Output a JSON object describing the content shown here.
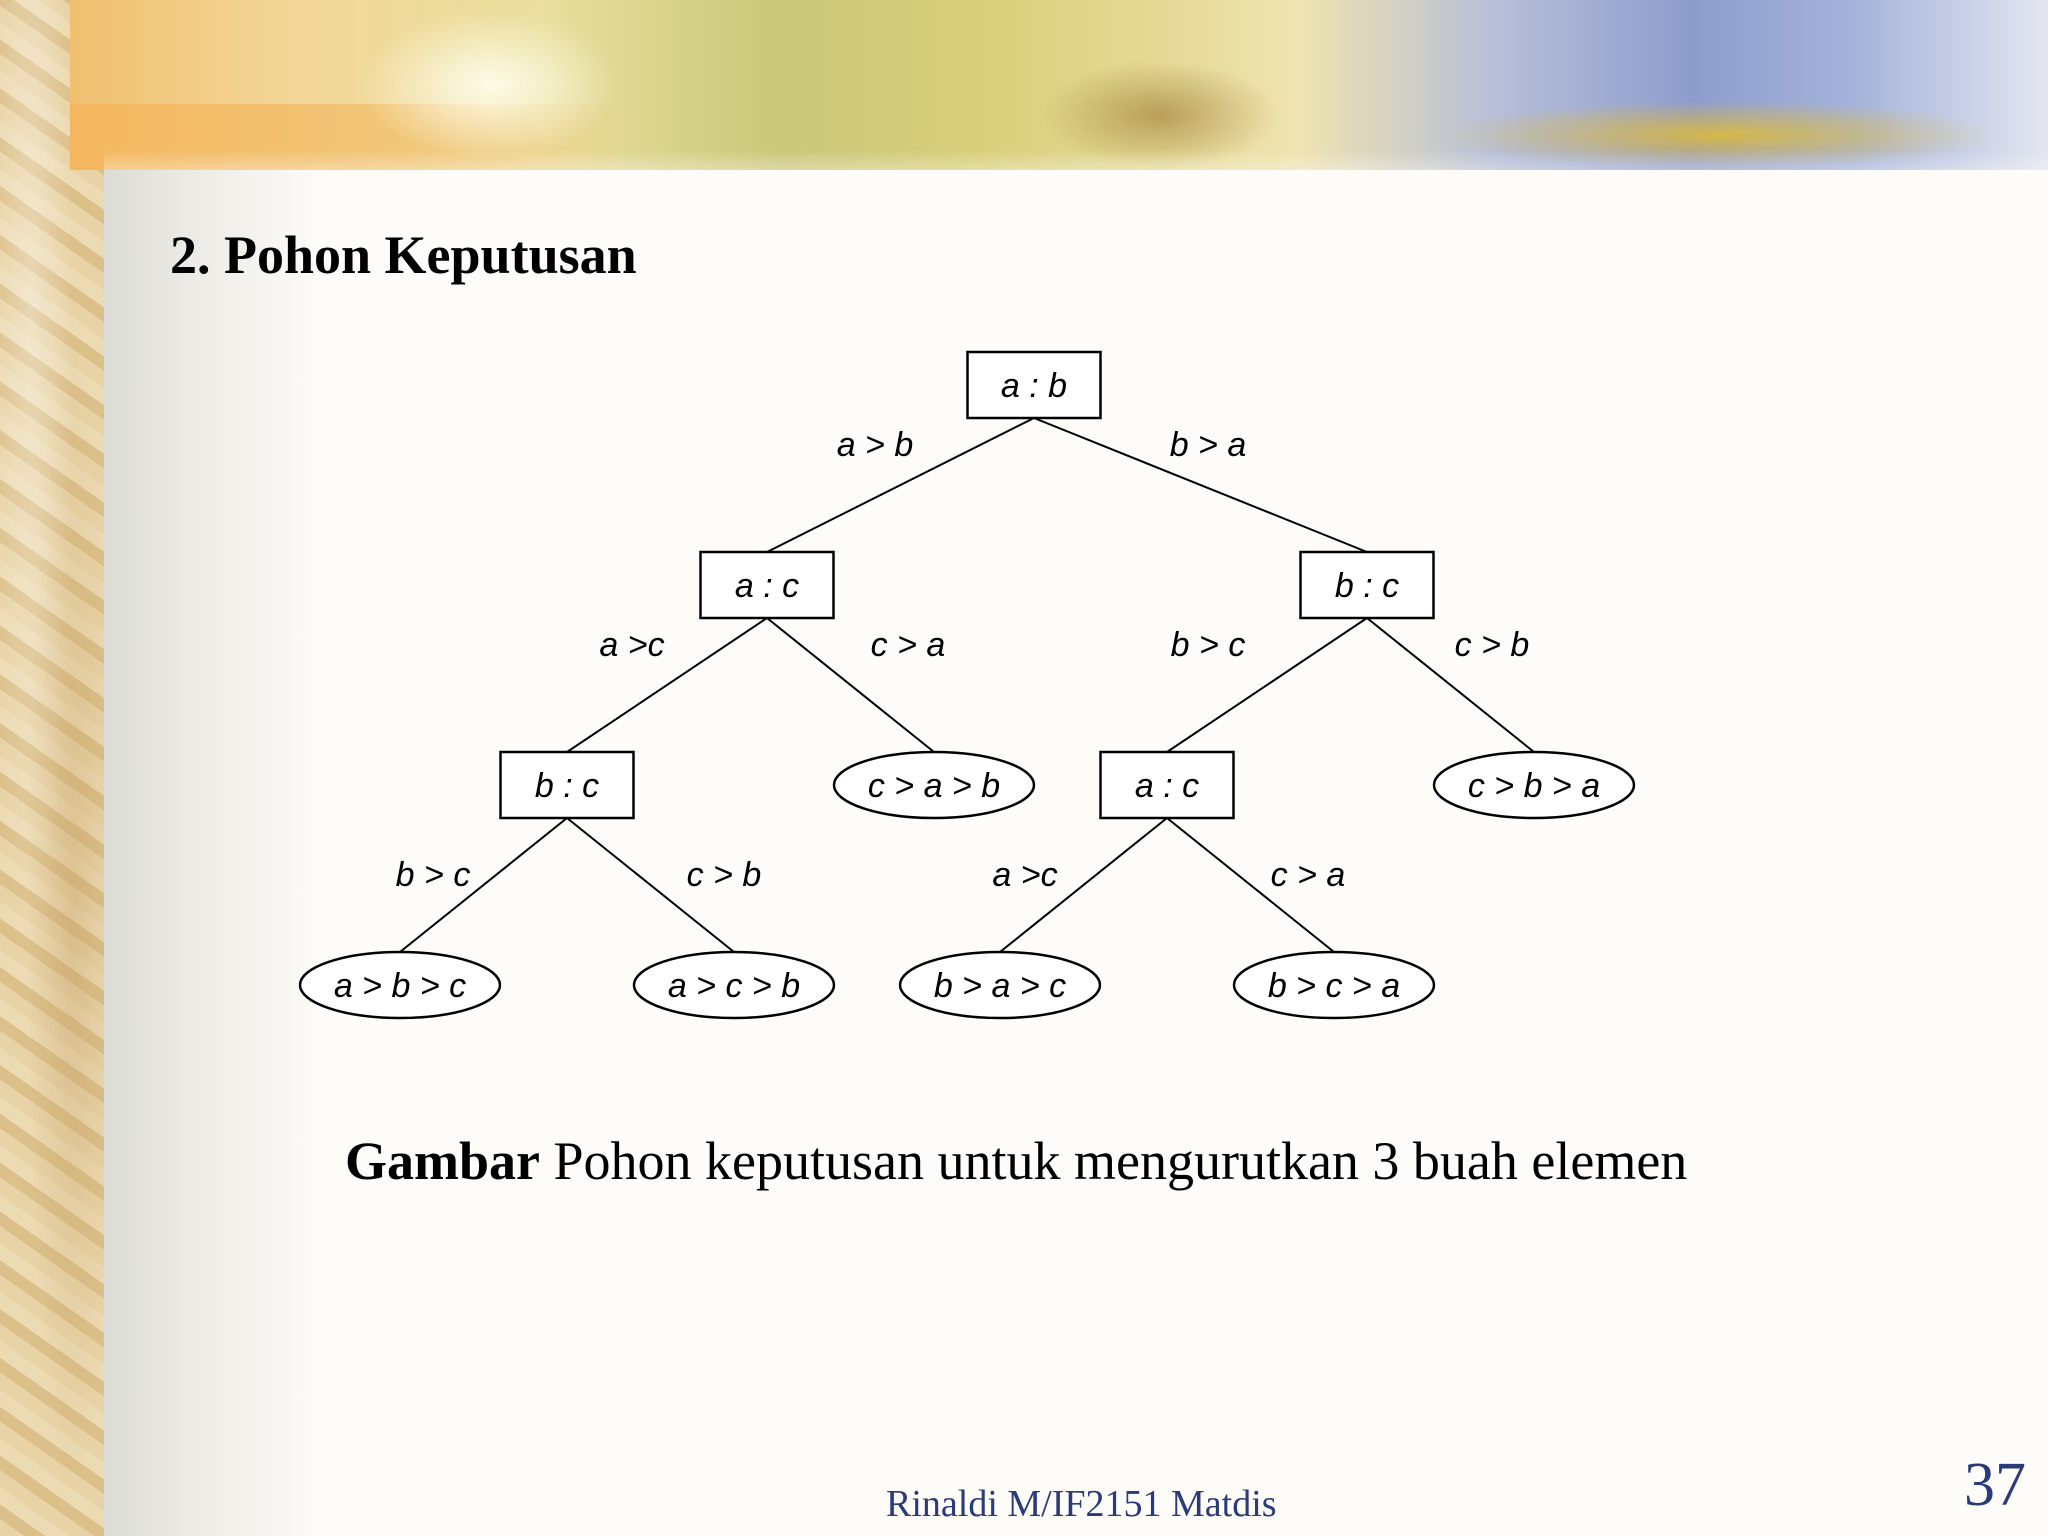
{
  "slide": {
    "title": "2.  Pohon Keputusan",
    "caption_bold": "Gambar",
    "caption_text": " Pohon keputusan untuk mengurutkan 3 buah elemen",
    "footer": "Rinaldi M/IF2151 Matdis",
    "page_number": "37"
  },
  "tree": {
    "nodes": [
      {
        "id": "root",
        "label": "a : b",
        "shape": "rect"
      },
      {
        "id": "n_ac",
        "label": "a : c",
        "shape": "rect"
      },
      {
        "id": "n_bc",
        "label": "b : c",
        "shape": "rect"
      },
      {
        "id": "n_bc2",
        "label": "b : c",
        "shape": "rect"
      },
      {
        "id": "leaf_cab",
        "label": "c > a > b",
        "shape": "ellipse"
      },
      {
        "id": "n_ac2",
        "label": "a : c",
        "shape": "rect"
      },
      {
        "id": "leaf_cba",
        "label": "c > b > a",
        "shape": "ellipse"
      },
      {
        "id": "leaf_abc",
        "label": "a > b > c",
        "shape": "ellipse"
      },
      {
        "id": "leaf_acb",
        "label": "a > c > b",
        "shape": "ellipse"
      },
      {
        "id": "leaf_bac",
        "label": "b > a > c",
        "shape": "ellipse"
      },
      {
        "id": "leaf_bca",
        "label": "b > c > a",
        "shape": "ellipse"
      }
    ],
    "edges": [
      {
        "from": "root",
        "to": "n_ac",
        "label": "a > b"
      },
      {
        "from": "root",
        "to": "n_bc",
        "label": "b > a"
      },
      {
        "from": "n_ac",
        "to": "n_bc2",
        "label": "a >c"
      },
      {
        "from": "n_ac",
        "to": "leaf_cab",
        "label": "c > a"
      },
      {
        "from": "n_bc",
        "to": "n_ac2",
        "label": "b > c"
      },
      {
        "from": "n_bc",
        "to": "leaf_cba",
        "label": "c > b"
      },
      {
        "from": "n_bc2",
        "to": "leaf_abc",
        "label": "b > c"
      },
      {
        "from": "n_bc2",
        "to": "leaf_acb",
        "label": "c > b"
      },
      {
        "from": "n_ac2",
        "to": "leaf_bac",
        "label": "a >c"
      },
      {
        "from": "n_ac2",
        "to": "leaf_bca",
        "label": "c > a"
      }
    ]
  }
}
